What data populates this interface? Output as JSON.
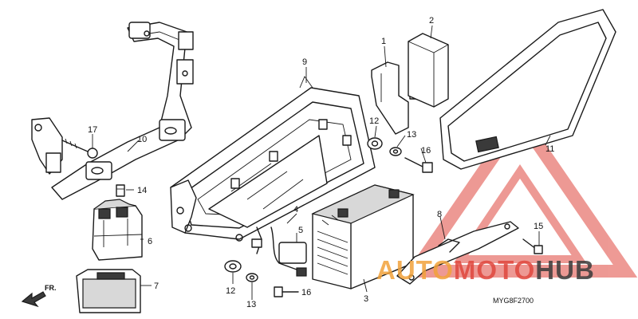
{
  "callouts": {
    "c1": "1",
    "c2": "2",
    "c3": "3",
    "c4": "4",
    "c5": "5",
    "c6": "6",
    "c7": "7",
    "c8": "8",
    "c9": "9",
    "c10": "10",
    "c11": "11",
    "c12a": "12",
    "c12b": "12",
    "c13a": "13",
    "c13b": "13",
    "c14": "14",
    "c15": "15",
    "c16a": "16",
    "c16b": "16",
    "c17": "17"
  },
  "direction_label": "FR.",
  "diagram_code": "MYG8F2700",
  "watermark": {
    "part1": "AUTO",
    "part2": "MOTO",
    "part3": "HUB",
    "color_red": "#e0473e",
    "color_orange": "#f2a23a",
    "color_gray": "#3a3a3a"
  }
}
